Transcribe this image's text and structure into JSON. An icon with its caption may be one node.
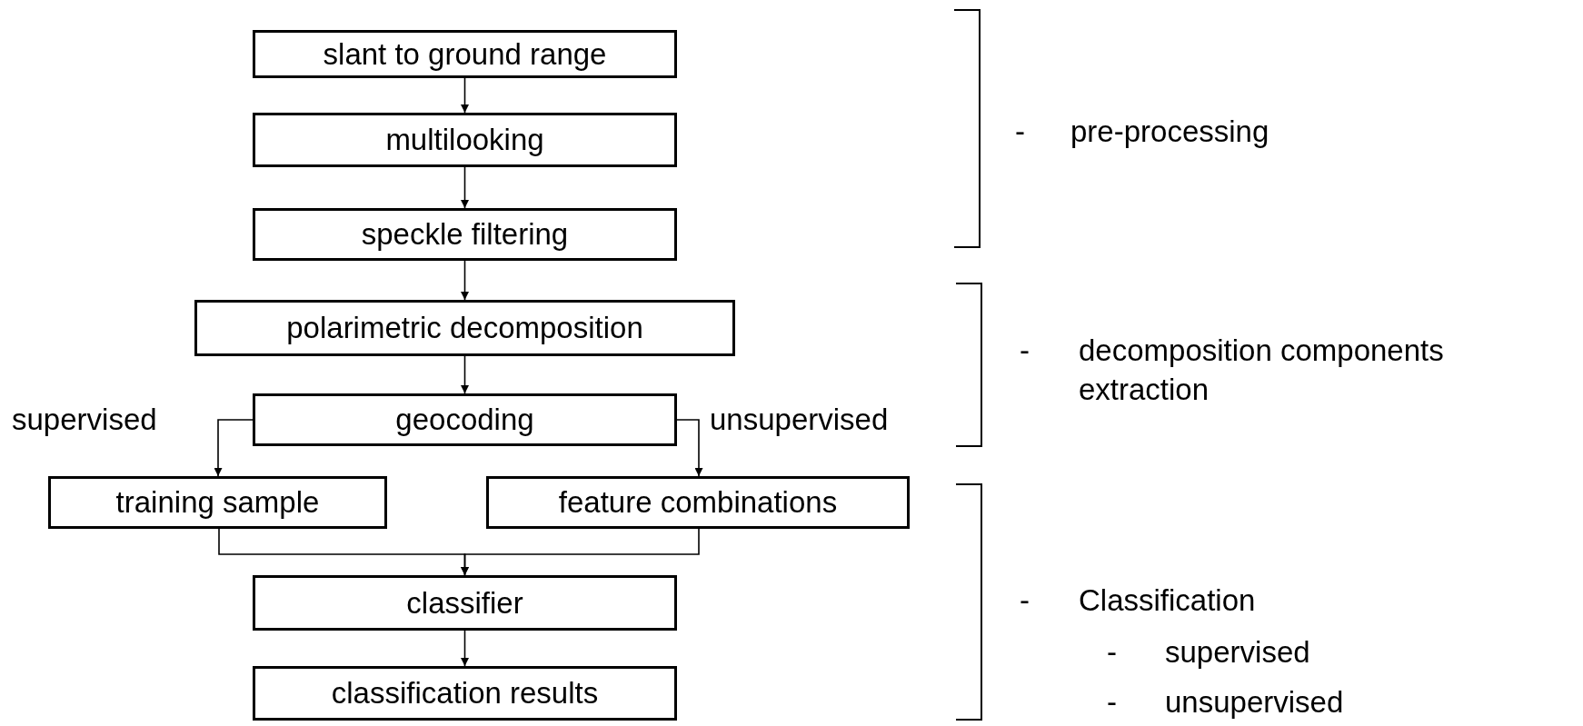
{
  "diagram": {
    "nodes": [
      {
        "text": [
          "slant to ground range"
        ]
      },
      {
        "text": [
          "multilooking"
        ]
      },
      {
        "text": [
          "speckle filtering"
        ]
      },
      {
        "text": [
          "polarimetric decomposition"
        ]
      },
      {
        "text": [
          "geocoding"
        ]
      },
      {
        "text": [
          "training sample"
        ]
      },
      {
        "text": [
          "feature combinations"
        ]
      },
      {
        "text": [
          "classifier"
        ]
      },
      {
        "text": [
          "classification results"
        ]
      }
    ],
    "edges": [
      {
        "from": 0,
        "to": 1,
        "arrow": "to"
      },
      {
        "from": 1,
        "to": 2,
        "arrow": "to"
      },
      {
        "from": 2,
        "to": 3,
        "arrow": "to"
      },
      {
        "from": 3,
        "to": 4,
        "arrow": "to"
      },
      {
        "from": 4,
        "to": 5,
        "arrow": "to",
        "label": "supervised"
      },
      {
        "from": 4,
        "to": 6,
        "arrow": "to",
        "label": "unsupervised"
      },
      {
        "from": 5,
        "to": 7,
        "arrow": "to"
      },
      {
        "from": 6,
        "to": 7,
        "arrow": "to"
      },
      {
        "from": 7,
        "to": 8,
        "arrow": "to"
      }
    ],
    "labels": [
      "-",
      "pre-processing",
      "-",
      "decomposition components extraction",
      "-",
      "Classification",
      "-",
      "supervised",
      "-",
      "unsupervised"
    ]
  }
}
